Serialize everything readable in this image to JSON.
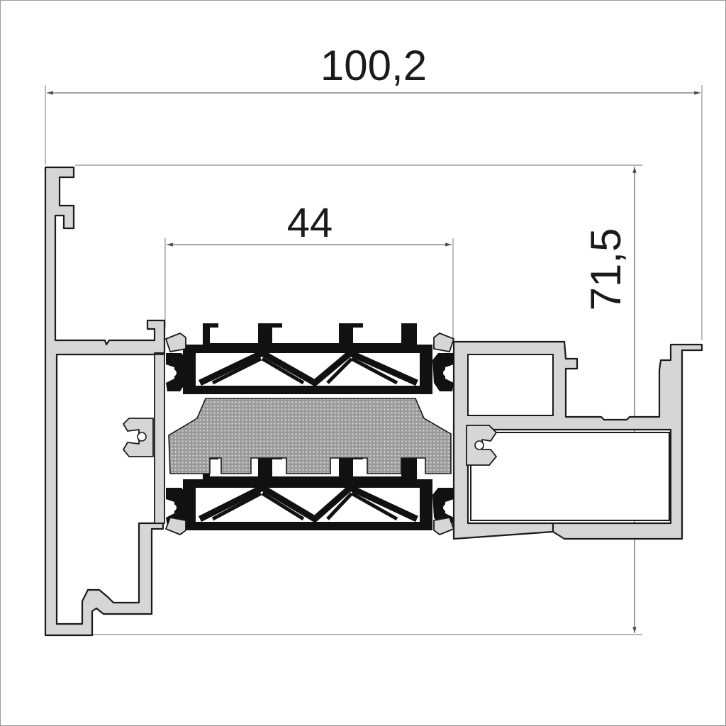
{
  "dimensions": {
    "overall_width": "100,2",
    "insulation_width": "44",
    "overall_height": "71,5"
  },
  "colors": {
    "aluminium": "#d6d6d6",
    "outline": "#1a1a1a",
    "thermal_break": "#111111",
    "foam": "#8a8a8a",
    "dimension_line": "#4a4a4a"
  }
}
